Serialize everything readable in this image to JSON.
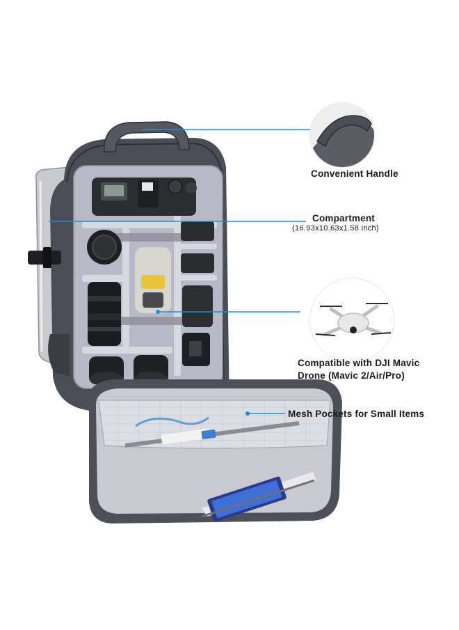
{
  "callouts": {
    "handle": {
      "label": "Convenient Handle"
    },
    "compartment": {
      "label": "Compartment",
      "size": "(16.93x10.63x1.58 inch)"
    },
    "drone": {
      "line1": "Compatible with DJI Mavic",
      "line2": "Drone (Mavic 2/Air/Pro)"
    },
    "mesh": {
      "label": "Mesh Pockets for Small Items"
    }
  },
  "colors": {
    "pointer": "#1f8fd6",
    "bag_shell": "#4a4d55",
    "bag_interior": "#b8b8c6",
    "camera_body": "#2b2d31"
  }
}
